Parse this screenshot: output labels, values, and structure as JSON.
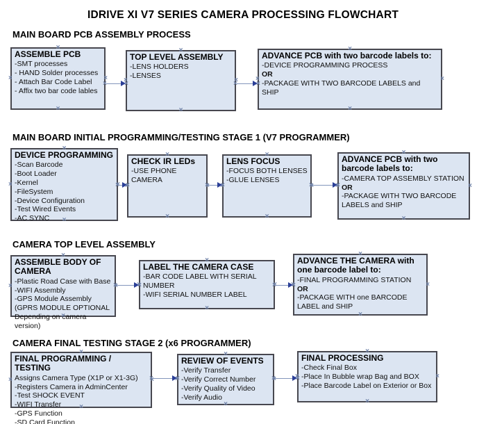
{
  "page_title": "IDRIVE XI V7 SERIES CAMERA PROCESSING FLOWCHART",
  "icons": {
    "connection_point": "×"
  },
  "colors": {
    "box_fill": "#dce5f2",
    "box_border": "#47474f",
    "arrow_line": "#8295bb",
    "arrow_head": "#2b3f97",
    "connector_mark": "#6f82a8"
  },
  "sections": [
    {
      "header": "MAIN BOARD PCB ASSEMBLY PROCESS",
      "boxes": [
        {
          "title": "ASSEMBLE PCB",
          "items": [
            {
              "t": "-SMT processes"
            },
            {
              "t": "- HAND Solder processes"
            },
            {
              "t": "- Attach Bar Code Label"
            },
            {
              "t": "- Affix two bar code lables"
            }
          ]
        },
        {
          "title": "TOP LEVEL ASSEMBLY",
          "items": [
            {
              "t": "-LENS HOLDERS"
            },
            {
              "t": "-LENSES"
            }
          ]
        },
        {
          "title": "ADVANCE PCB with two barcode labels to:",
          "items": [
            {
              "t": "-DEVICE PROGRAMMING PROCESS"
            },
            {
              "t": "OR",
              "b": true
            },
            {
              "t": "-PACKAGE WITH TWO BARCODE LABELS and SHIP"
            }
          ]
        }
      ]
    },
    {
      "header": "MAIN BOARD INITIAL PROGRAMMING/TESTING STAGE 1 (V7 PROGRAMMER)",
      "boxes": [
        {
          "title": "DEVICE PROGRAMMING",
          "items": [
            {
              "t": "-Scan Barcode"
            },
            {
              "t": "-Boot Loader"
            },
            {
              "t": "-Kernel"
            },
            {
              "t": "-FileSystem"
            },
            {
              "t": "-Device Configuration"
            },
            {
              "t": "-Test Wired Events"
            },
            {
              "t": "-AC SYNC"
            }
          ]
        },
        {
          "title": "CHECK IR LEDs",
          "items": [
            {
              "t": "-USE PHONE CAMERA"
            }
          ]
        },
        {
          "title": "LENS FOCUS",
          "items": [
            {
              "t": "-FOCUS BOTH LENSES"
            },
            {
              "t": "-GLUE LENSES"
            }
          ]
        },
        {
          "title": "ADVANCE PCB with two barcode labels to:",
          "items": [
            {
              "t": "-CAMERA TOP ASSEMBLY STATION"
            },
            {
              "t": "OR",
              "b": true
            },
            {
              "t": "-PACKAGE WITH TWO BARCODE LABELS and SHIP"
            }
          ]
        }
      ]
    },
    {
      "header": "CAMERA TOP LEVEL ASSEMBLY",
      "boxes": [
        {
          "title": "ASSEMBLE BODY OF CAMERA",
          "items": [
            {
              "t": "-Plastic Road Case with Base"
            },
            {
              "t": "-WIFI Assembly"
            },
            {
              "t": "-GPS Module Assembly"
            },
            {
              "t": "(GPRS MODULE OPTIONAL"
            },
            {
              "t": "Depending on camera version)"
            }
          ]
        },
        {
          "title": "LABEL THE CAMERA CASE",
          "items": [
            {
              "t": "-BAR CODE LABEL WITH SERIAL NUMBER"
            },
            {
              "t": "-WIFI SERIAL NUMBER LABEL"
            }
          ]
        },
        {
          "title": "ADVANCE THE CAMERA with one barcode label to:",
          "items": [
            {
              "t": "-FINAL PROGRAMMING STATION"
            },
            {
              "t": "OR",
              "b": true
            },
            {
              "t": "-PACKAGE WITH one BARCODE LABEL and SHIP"
            }
          ]
        }
      ]
    },
    {
      "header": "CAMERA FINAL TESTING STAGE 2 (x6 PROGRAMMER)",
      "boxes": [
        {
          "title": "FINAL PROGRAMMING / TESTING",
          "items": [
            {
              "t": "Assigns Camera Type (X1P or X1-3G)"
            },
            {
              "t": "-Registers Camera in AdminCenter"
            },
            {
              "t": "-Test SHOCK EVENT"
            },
            {
              "t": "-WIFI Transfer"
            },
            {
              "t": "-GPS Function"
            },
            {
              "t": "-SD Card Function"
            }
          ]
        },
        {
          "title": "REVIEW OF EVENTS",
          "items": [
            {
              "t": "-Verify Transfer"
            },
            {
              "t": "-Verify Correct Number"
            },
            {
              "t": "-Verify Quality of Video"
            },
            {
              "t": "-Verify Audio"
            }
          ]
        },
        {
          "title": "FINAL PROCESSING",
          "items": [
            {
              "t": "-Check Final Box"
            },
            {
              "t": "-Place In Bubble wrap Bag and BOX"
            },
            {
              "t": "-Place Barcode Label on Exterior or Box"
            }
          ]
        }
      ]
    }
  ]
}
